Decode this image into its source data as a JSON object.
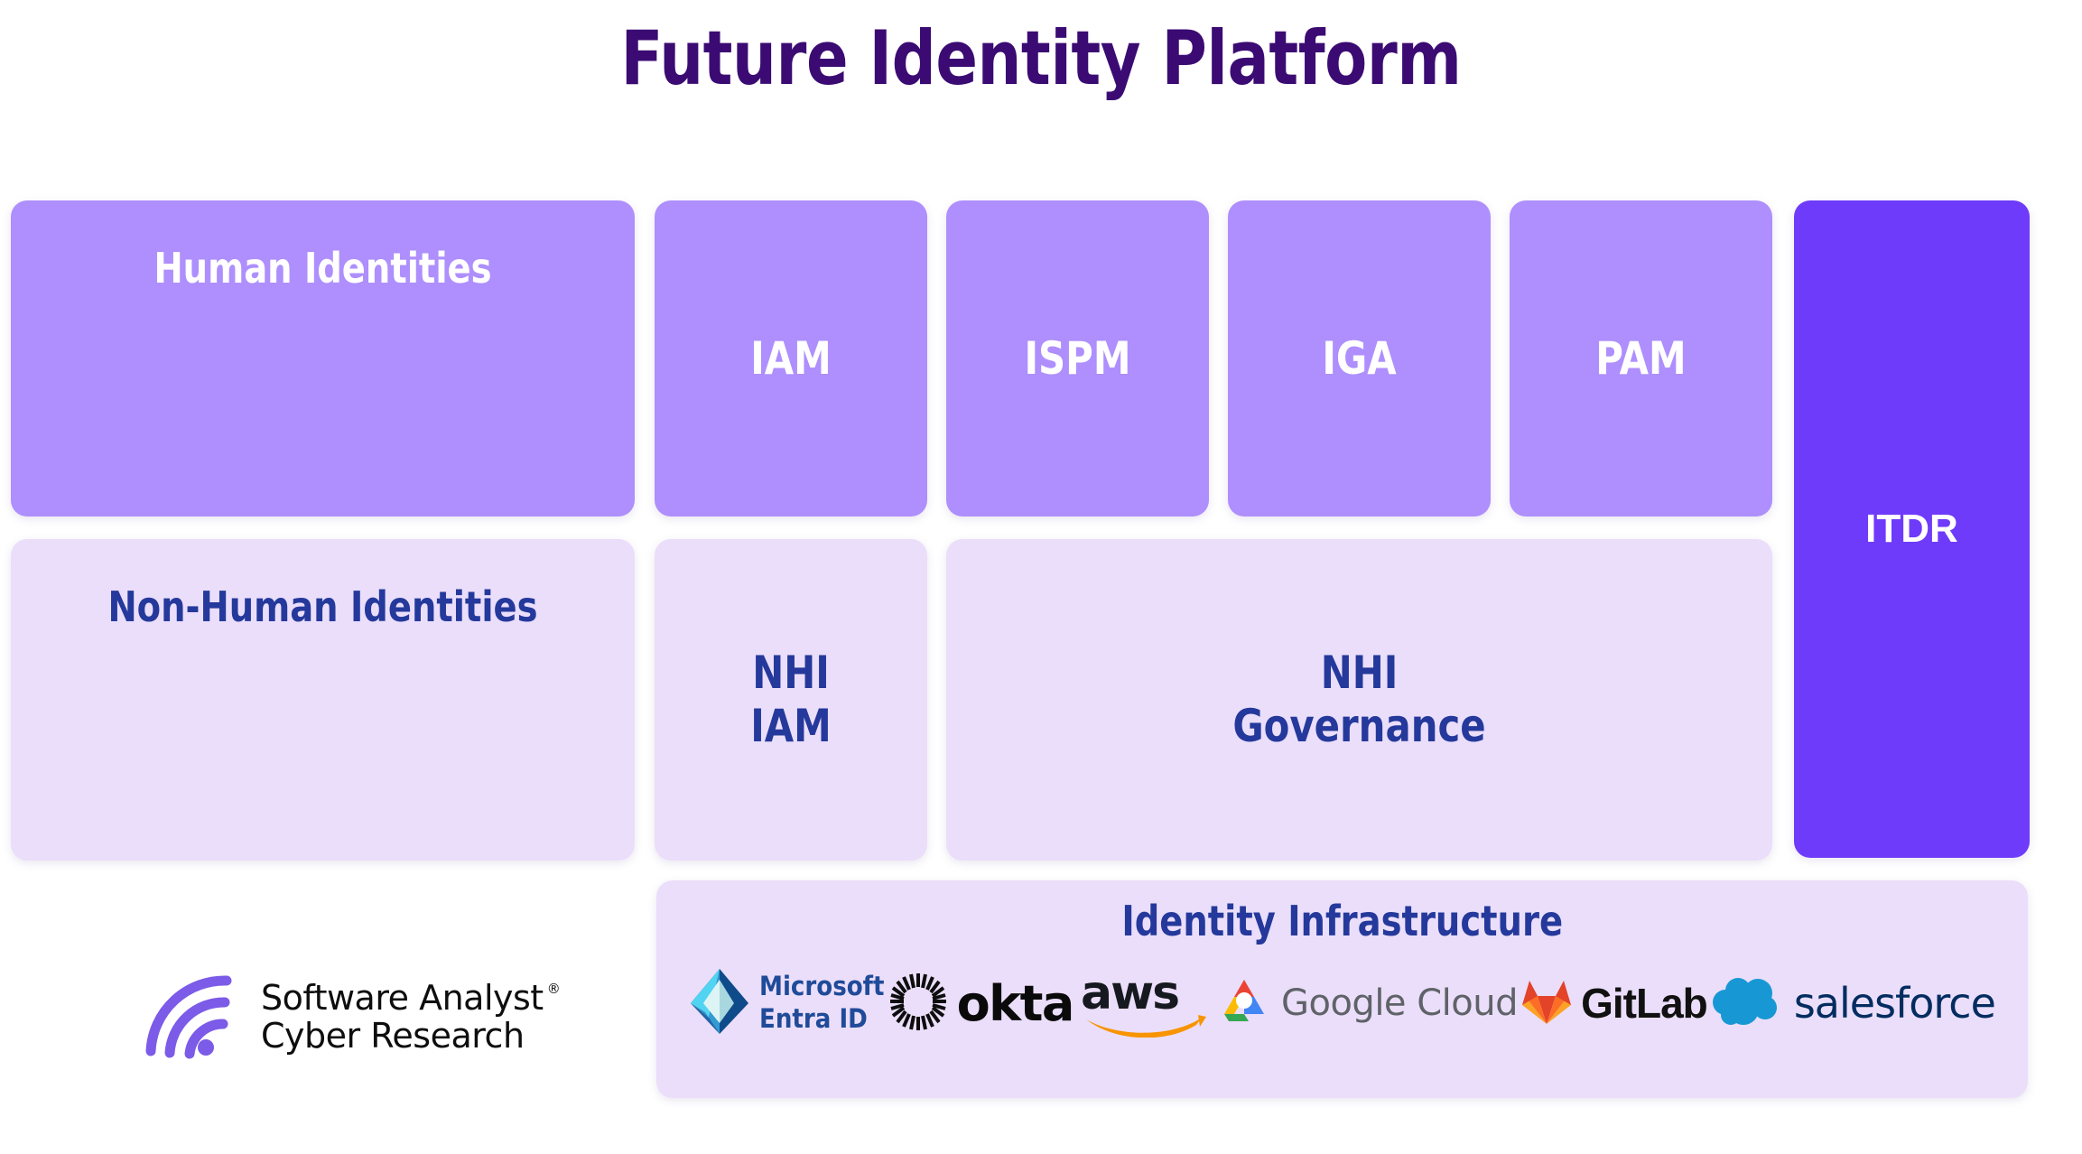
{
  "page": {
    "title": "Future Identity Platform",
    "background": "#FFFFFF",
    "title_color": "#3B0B73"
  },
  "colors": {
    "strong_purple": "#AE8FFD",
    "soft_lavender": "#EBDEFA",
    "accent_violet": "#6F3BFA",
    "navy_text": "#24399B",
    "white_text": "#FFFFFF"
  },
  "rows": {
    "human": {
      "category_label": "Human Identities",
      "cards": [
        {
          "label": "IAM"
        },
        {
          "label": "ISPM"
        },
        {
          "label": "IGA"
        },
        {
          "label": "PAM"
        }
      ]
    },
    "non_human": {
      "category_label": "Non-Human Identities",
      "cards": [
        {
          "label": "NHI\nIAM"
        },
        {
          "label": "NHI\nGovernance"
        }
      ]
    },
    "spanning": {
      "label": "ITDR"
    }
  },
  "infrastructure": {
    "title": "Identity Infrastructure",
    "vendors": [
      {
        "icon": "microsoft-entra-id-icon",
        "line1": "Microsoft",
        "line2": "Entra ID"
      },
      {
        "icon": "okta-icon",
        "name": "okta"
      },
      {
        "icon": "aws-icon",
        "name": "aws"
      },
      {
        "icon": "google-cloud-icon",
        "name": "Google Cloud"
      },
      {
        "icon": "gitlab-icon",
        "name": "GitLab"
      },
      {
        "icon": "salesforce-icon",
        "name": "salesforce"
      }
    ]
  },
  "brand": {
    "icon": "signal-arcs-icon",
    "line1": "Software Analyst",
    "registered_mark": "®",
    "line2": "Cyber Research"
  }
}
